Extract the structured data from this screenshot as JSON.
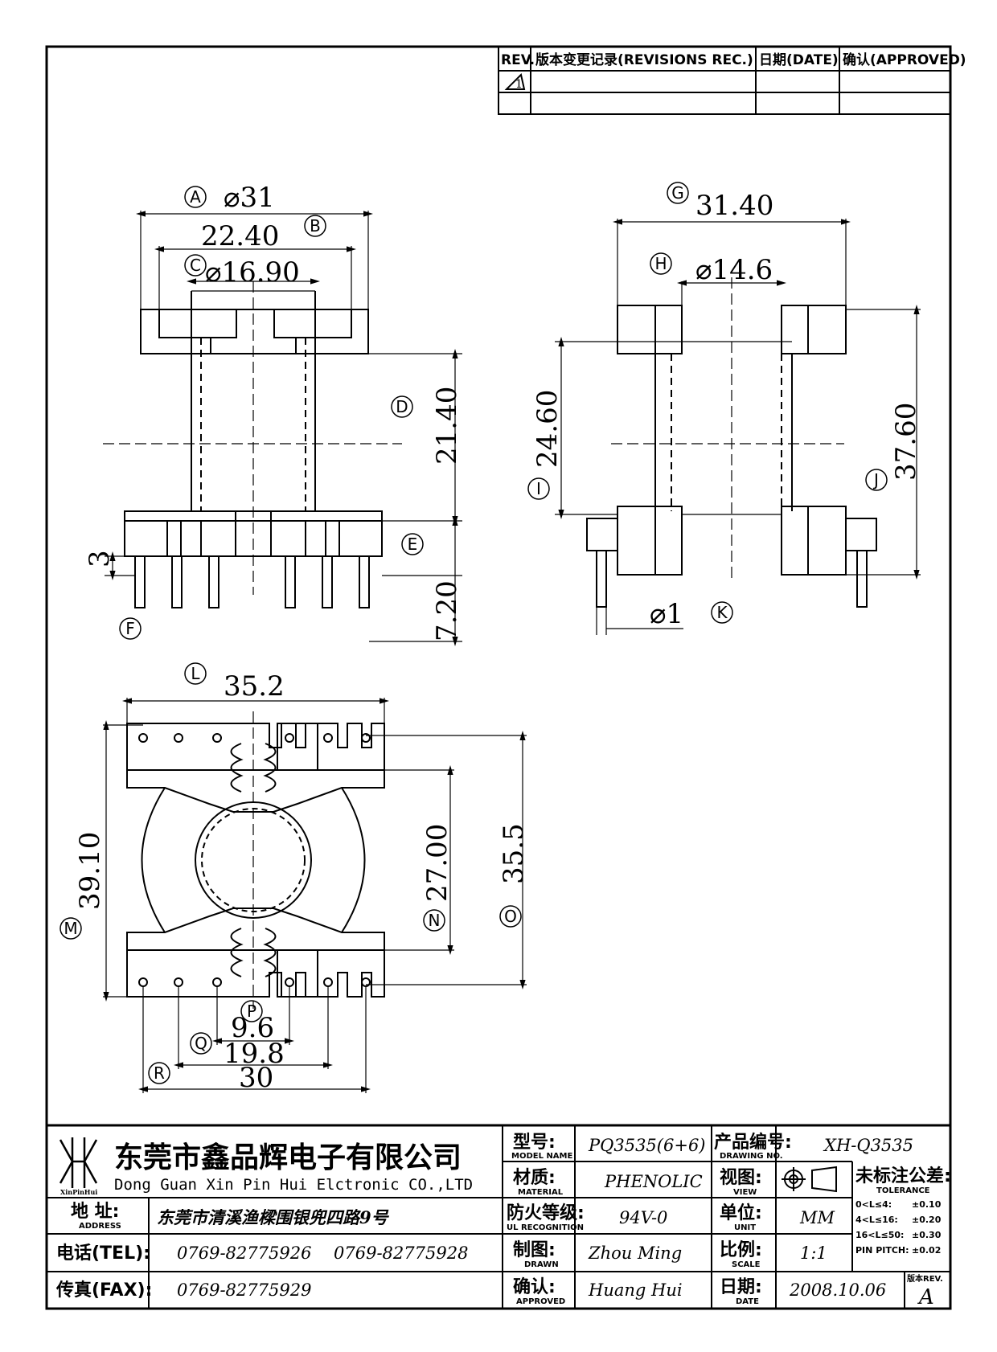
{
  "revision_table": {
    "headers": [
      "REV.",
      "版本变更记录(REVISIONS REC.)",
      "日期(DATE)",
      "确认(APPROVED)"
    ],
    "rev_symbol": "1"
  },
  "dimensions": {
    "A": {
      "label": "A",
      "value": "⌀31"
    },
    "B": {
      "label": "B",
      "value": "22.40"
    },
    "C": {
      "label": "C",
      "value": "⌀16.90"
    },
    "D": {
      "label": "D",
      "value": "21.40"
    },
    "E": {
      "label": "E",
      "value": "3"
    },
    "E2": {
      "value": "7.20"
    },
    "F": {
      "label": "F"
    },
    "G": {
      "label": "G",
      "value": "31.40"
    },
    "H": {
      "label": "H",
      "value": "⌀14.6"
    },
    "I": {
      "label": "I",
      "value": "24.60"
    },
    "J": {
      "label": "J",
      "value": "37.60"
    },
    "K": {
      "label": "K",
      "value": "⌀1"
    },
    "L": {
      "label": "L",
      "value": "35.2"
    },
    "M": {
      "label": "M",
      "value": "39.10"
    },
    "N": {
      "label": "N",
      "value": "27.00"
    },
    "O": {
      "label": "O",
      "value": "35.5"
    },
    "P": {
      "label": "P",
      "value": "9.6"
    },
    "Q": {
      "label": "Q",
      "value": "19.8"
    },
    "R": {
      "label": "R",
      "value": "30"
    }
  },
  "title_block": {
    "logo_text": "XinPinHui",
    "company_cn": "东莞市鑫品辉电子有限公司",
    "company_en": "Dong Guan Xin Pin Hui Elctronic CO.,LTD",
    "address_label": "地 址:",
    "address_sub": "ADDRESS",
    "address": "东莞市清溪渔樑围银兜四路9号",
    "tel_label": "电话(TEL):",
    "tel1": "0769-82775926",
    "tel2": "0769-82775928",
    "fax_label": "传真(FAX):",
    "fax": "0769-82775929",
    "model_label": "型号:",
    "model_sub": "MODEL NAME",
    "model": "PQ3535(6+6)",
    "material_label": "材质:",
    "material_sub": "MATERIAL",
    "material": "PHENOLIC",
    "flame_label": "防火等级:",
    "flame_sub": "UL RECOGNITION",
    "flame": "94V-0",
    "drawn_label": "制图:",
    "drawn_sub": "DRAWN",
    "drawn": "Zhou Ming",
    "approved_label": "确认:",
    "approved_sub": "APPROVED",
    "approved": "Huang Hui",
    "drawing_no_label": "产品编号:",
    "drawing_no_sub": "DRAWING NO.",
    "drawing_no": "XH-Q3535",
    "view_label": "视图:",
    "view_sub": "VIEW",
    "unit_label": "单位:",
    "unit_sub": "UNIT",
    "unit": "MM",
    "scale_label": "比例:",
    "scale_sub": "SCALE",
    "scale": "1:1",
    "date_label": "日期:",
    "date_sub": "DATE",
    "date": "2008.10.06",
    "tolerance_label": "未标注公差:",
    "tolerance_sub": "TOLERANCE",
    "tolerances": [
      {
        "range": "0<L≤4:",
        "value": "±0.10"
      },
      {
        "range": "4<L≤16:",
        "value": "±0.20"
      },
      {
        "range": "16<L≤50:",
        "value": "±0.30"
      },
      {
        "range": "PIN PITCH:",
        "value": "±0.02"
      }
    ],
    "version_label": "版本REV.",
    "version": "A"
  }
}
